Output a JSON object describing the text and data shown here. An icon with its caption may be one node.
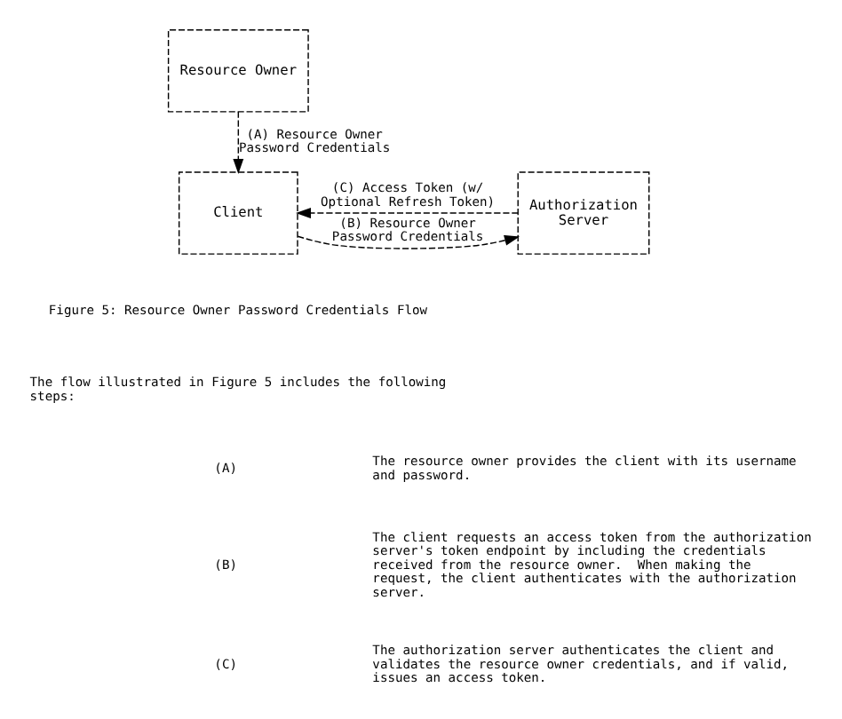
{
  "diagram": {
    "nodes": [
      {
        "text": [
          "Resource Owner"
        ]
      },
      {
        "text": [
          "Client"
        ]
      },
      {
        "text": [
          "Authorization Server"
        ]
      }
    ],
    "edges": [
      {
        "from": 0,
        "to": 1,
        "arrow": "to",
        "label": "(A) Resource Owner Password Credentials"
      },
      {
        "from": 1,
        "to": 2,
        "arrow": "to",
        "label": "(B) Resource Owner Password Credentials"
      },
      {
        "from": 2,
        "to": 1,
        "arrow": "to",
        "label": "(C) Access Token (w/ Optional Refresh Token)"
      }
    ],
    "labels": [
      "Figure 5: Resource Owner Password Credentials Flow",
      "The flow illustrated in Figure 5 includes the following steps:",
      "(A)",
      "The resource owner provides the client with its username and password.",
      "(B)",
      "The client requests an access token from the authorization server's token endpoint by including the credentials received from the resource owner.  When making the request, the client authenticates with the authorization server.",
      "(C)",
      "The authorization server authenticates the client and validates the resource owner credentials, and if valid, issues an access token."
    ]
  }
}
